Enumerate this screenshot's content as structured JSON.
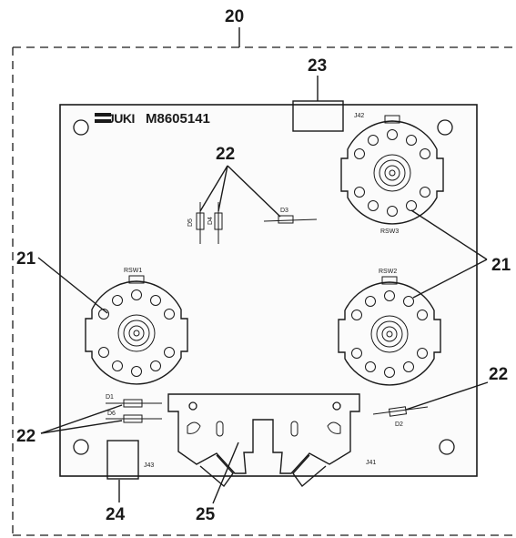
{
  "callouts": {
    "assembly": "20",
    "rotary_switch": "21",
    "diode": "22",
    "connector_j42": "23",
    "connector_j43": "24",
    "connector_j41": "25"
  },
  "board": {
    "logo": "JUKI",
    "part_number": "M8605141",
    "rsw1": "RSW1",
    "rsw2": "RSW2",
    "rsw3": "RSW3",
    "j41": "J41",
    "j42": "J42",
    "j43": "J43",
    "d1": "D1",
    "d2": "D2",
    "d3": "D3",
    "d4": "D4",
    "d5": "D5",
    "d6": "D6"
  },
  "colors": {
    "ink": "#1a1a1a",
    "paper": "#ffffff"
  }
}
